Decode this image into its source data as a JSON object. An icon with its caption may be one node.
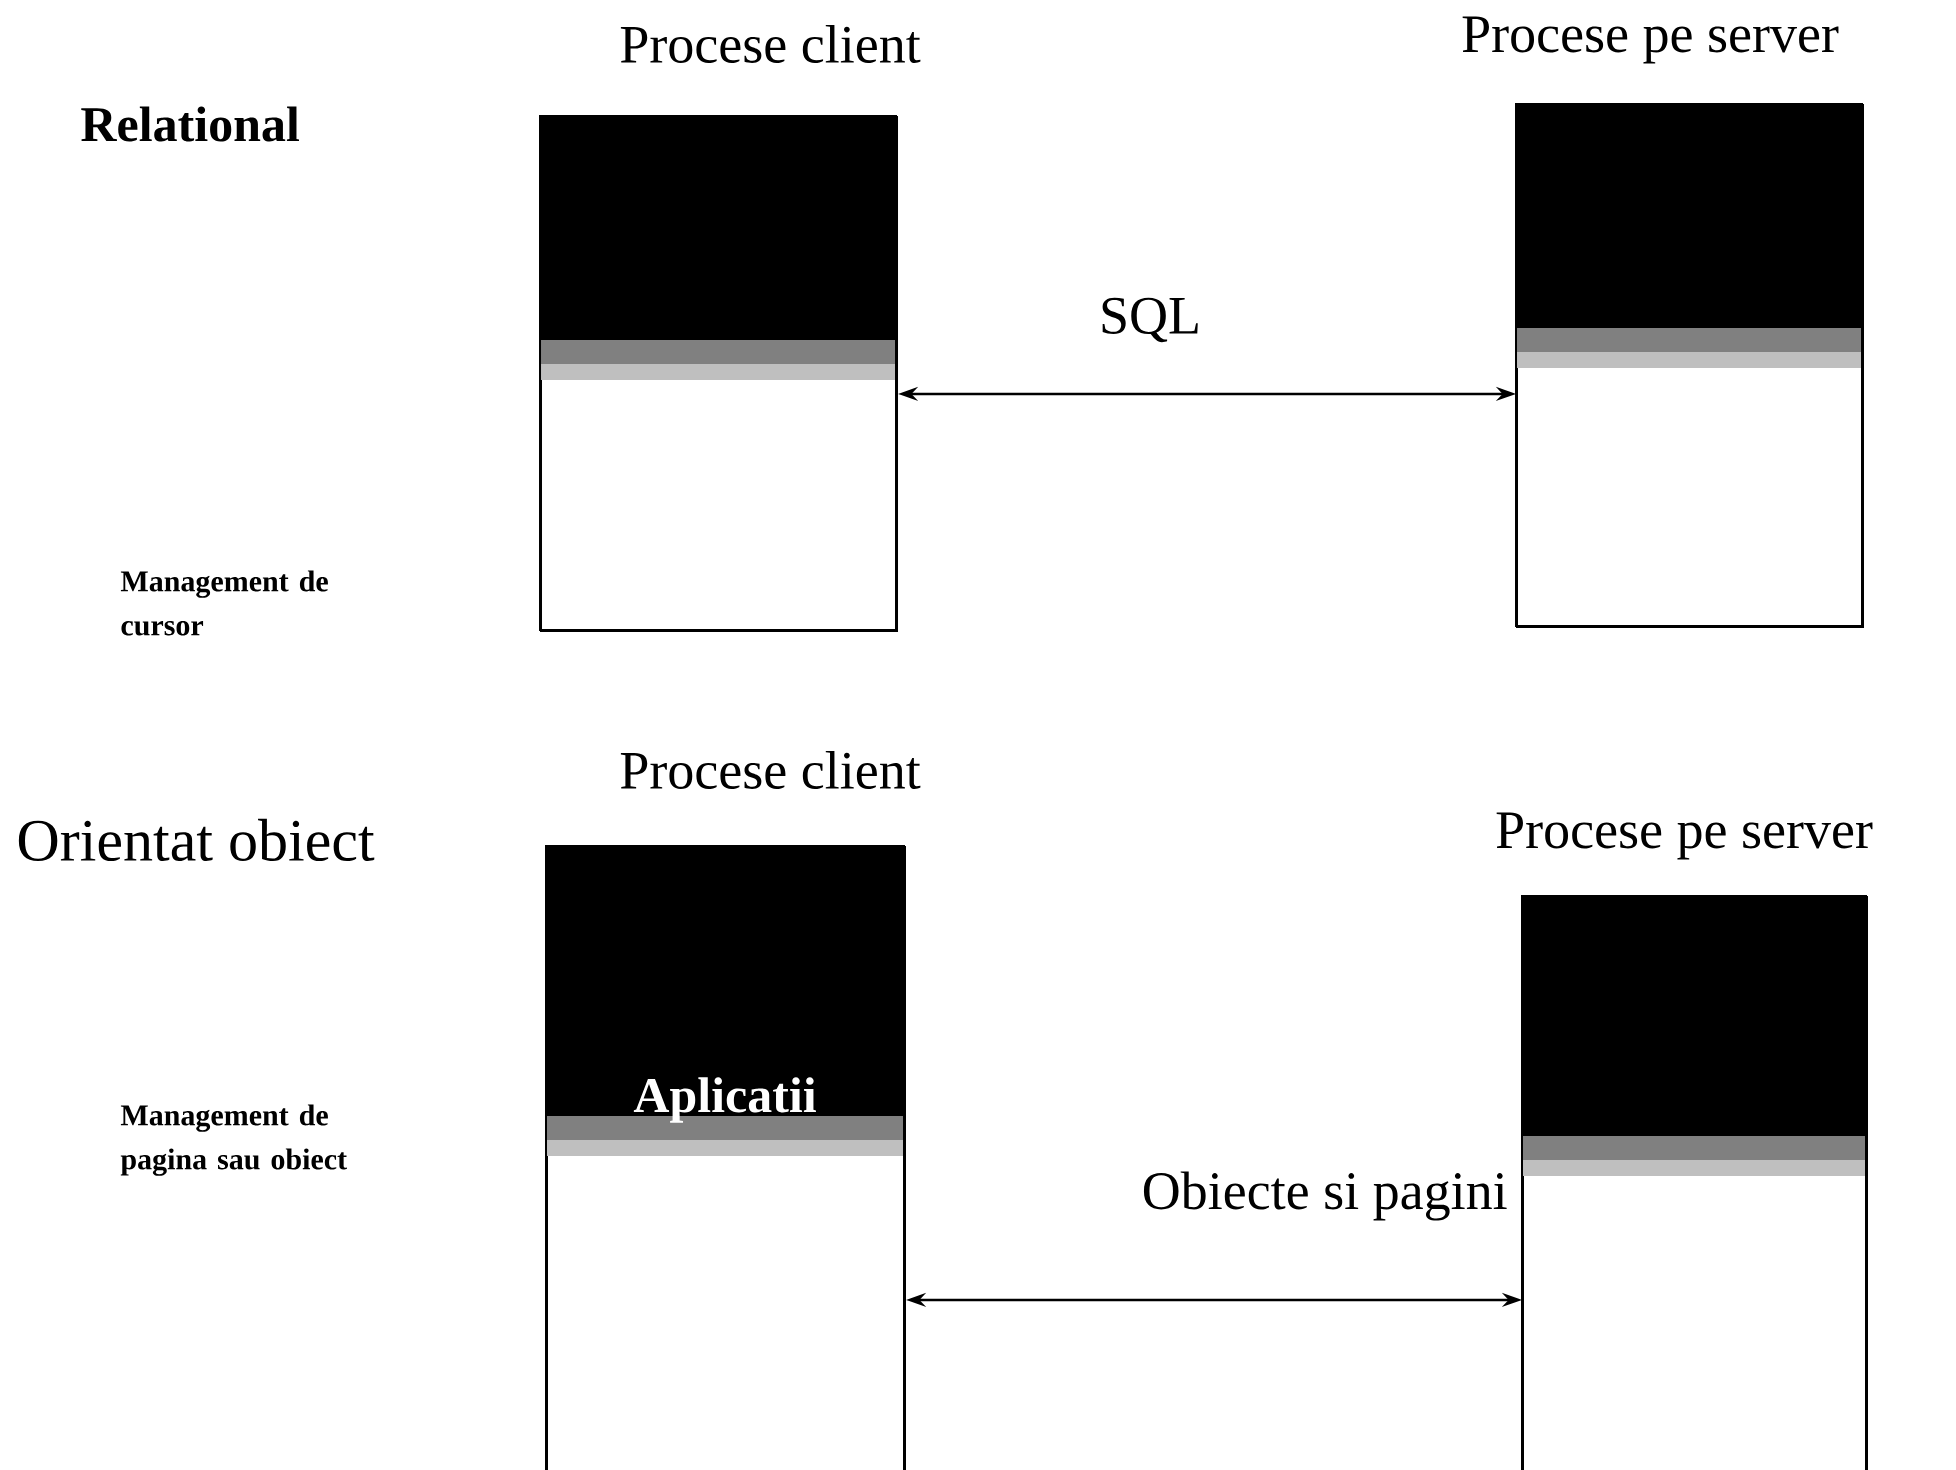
{
  "diagram": {
    "nodes": [
      {
        "text": [
          "Procese client"
        ]
      },
      {
        "text": [
          "Procese pe server"
        ]
      },
      {
        "text": [
          "Procese client",
          "Aplicatii"
        ]
      },
      {
        "text": [
          "Procese pe server"
        ]
      }
    ],
    "edges": [
      {
        "from": 0,
        "to": 1,
        "arrow": "both",
        "label": "SQL"
      },
      {
        "from": 2,
        "to": 3,
        "arrow": "both",
        "label": "Obiecte si pagini"
      }
    ],
    "labels": [
      "Relational",
      "Management de cursor",
      "Orientat obiect",
      "Management de pagina sau obiect"
    ]
  }
}
